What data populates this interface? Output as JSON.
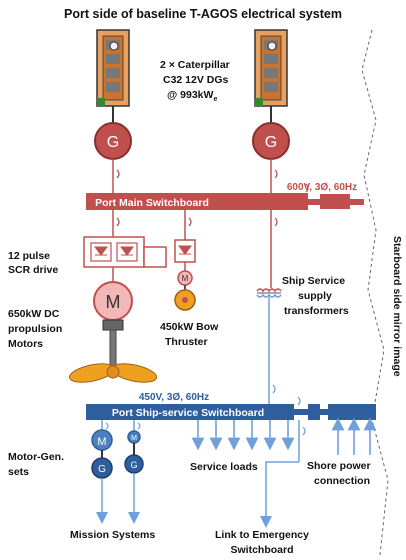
{
  "title": "Port side of baseline T-AGOS electrical system",
  "generators_label": [
    "2 × Caterpillar",
    "C32 12V DGs",
    "@ 993kW"
  ],
  "generators_label_sub": "e",
  "generator_symbol": "G",
  "motor_symbol": "M",
  "main_bus_voltage": "600V, 3Ø, 60Hz",
  "main_switchboard": "Port Main Switchboard",
  "scr_drive_label": [
    "12 pulse",
    "SCR drive"
  ],
  "propulsion_label": [
    "650kW DC",
    "propulsion",
    "Motors"
  ],
  "bow_thruster_label": [
    "450kW Bow",
    "Thruster"
  ],
  "transformer_label": [
    "Ship Service",
    "supply",
    "transformers"
  ],
  "ss_bus_voltage": "450V, 3Ø, 60Hz",
  "ss_switchboard": "Port Ship-service Switchboard",
  "motor_gen_label": [
    "Motor-Gen.",
    "sets"
  ],
  "service_loads": "Service loads",
  "shore_power": [
    "Shore power",
    "connection"
  ],
  "mission_systems": "Mission Systems",
  "emergency_link": [
    "Link to Emergency",
    "Switchboard"
  ],
  "mirror_note": "Starboard side mirror image",
  "colors": {
    "red": "#c0504d",
    "blue": "#2e5e9e",
    "lightblue": "#6fa0dc",
    "pink": "#f2b8b8"
  }
}
